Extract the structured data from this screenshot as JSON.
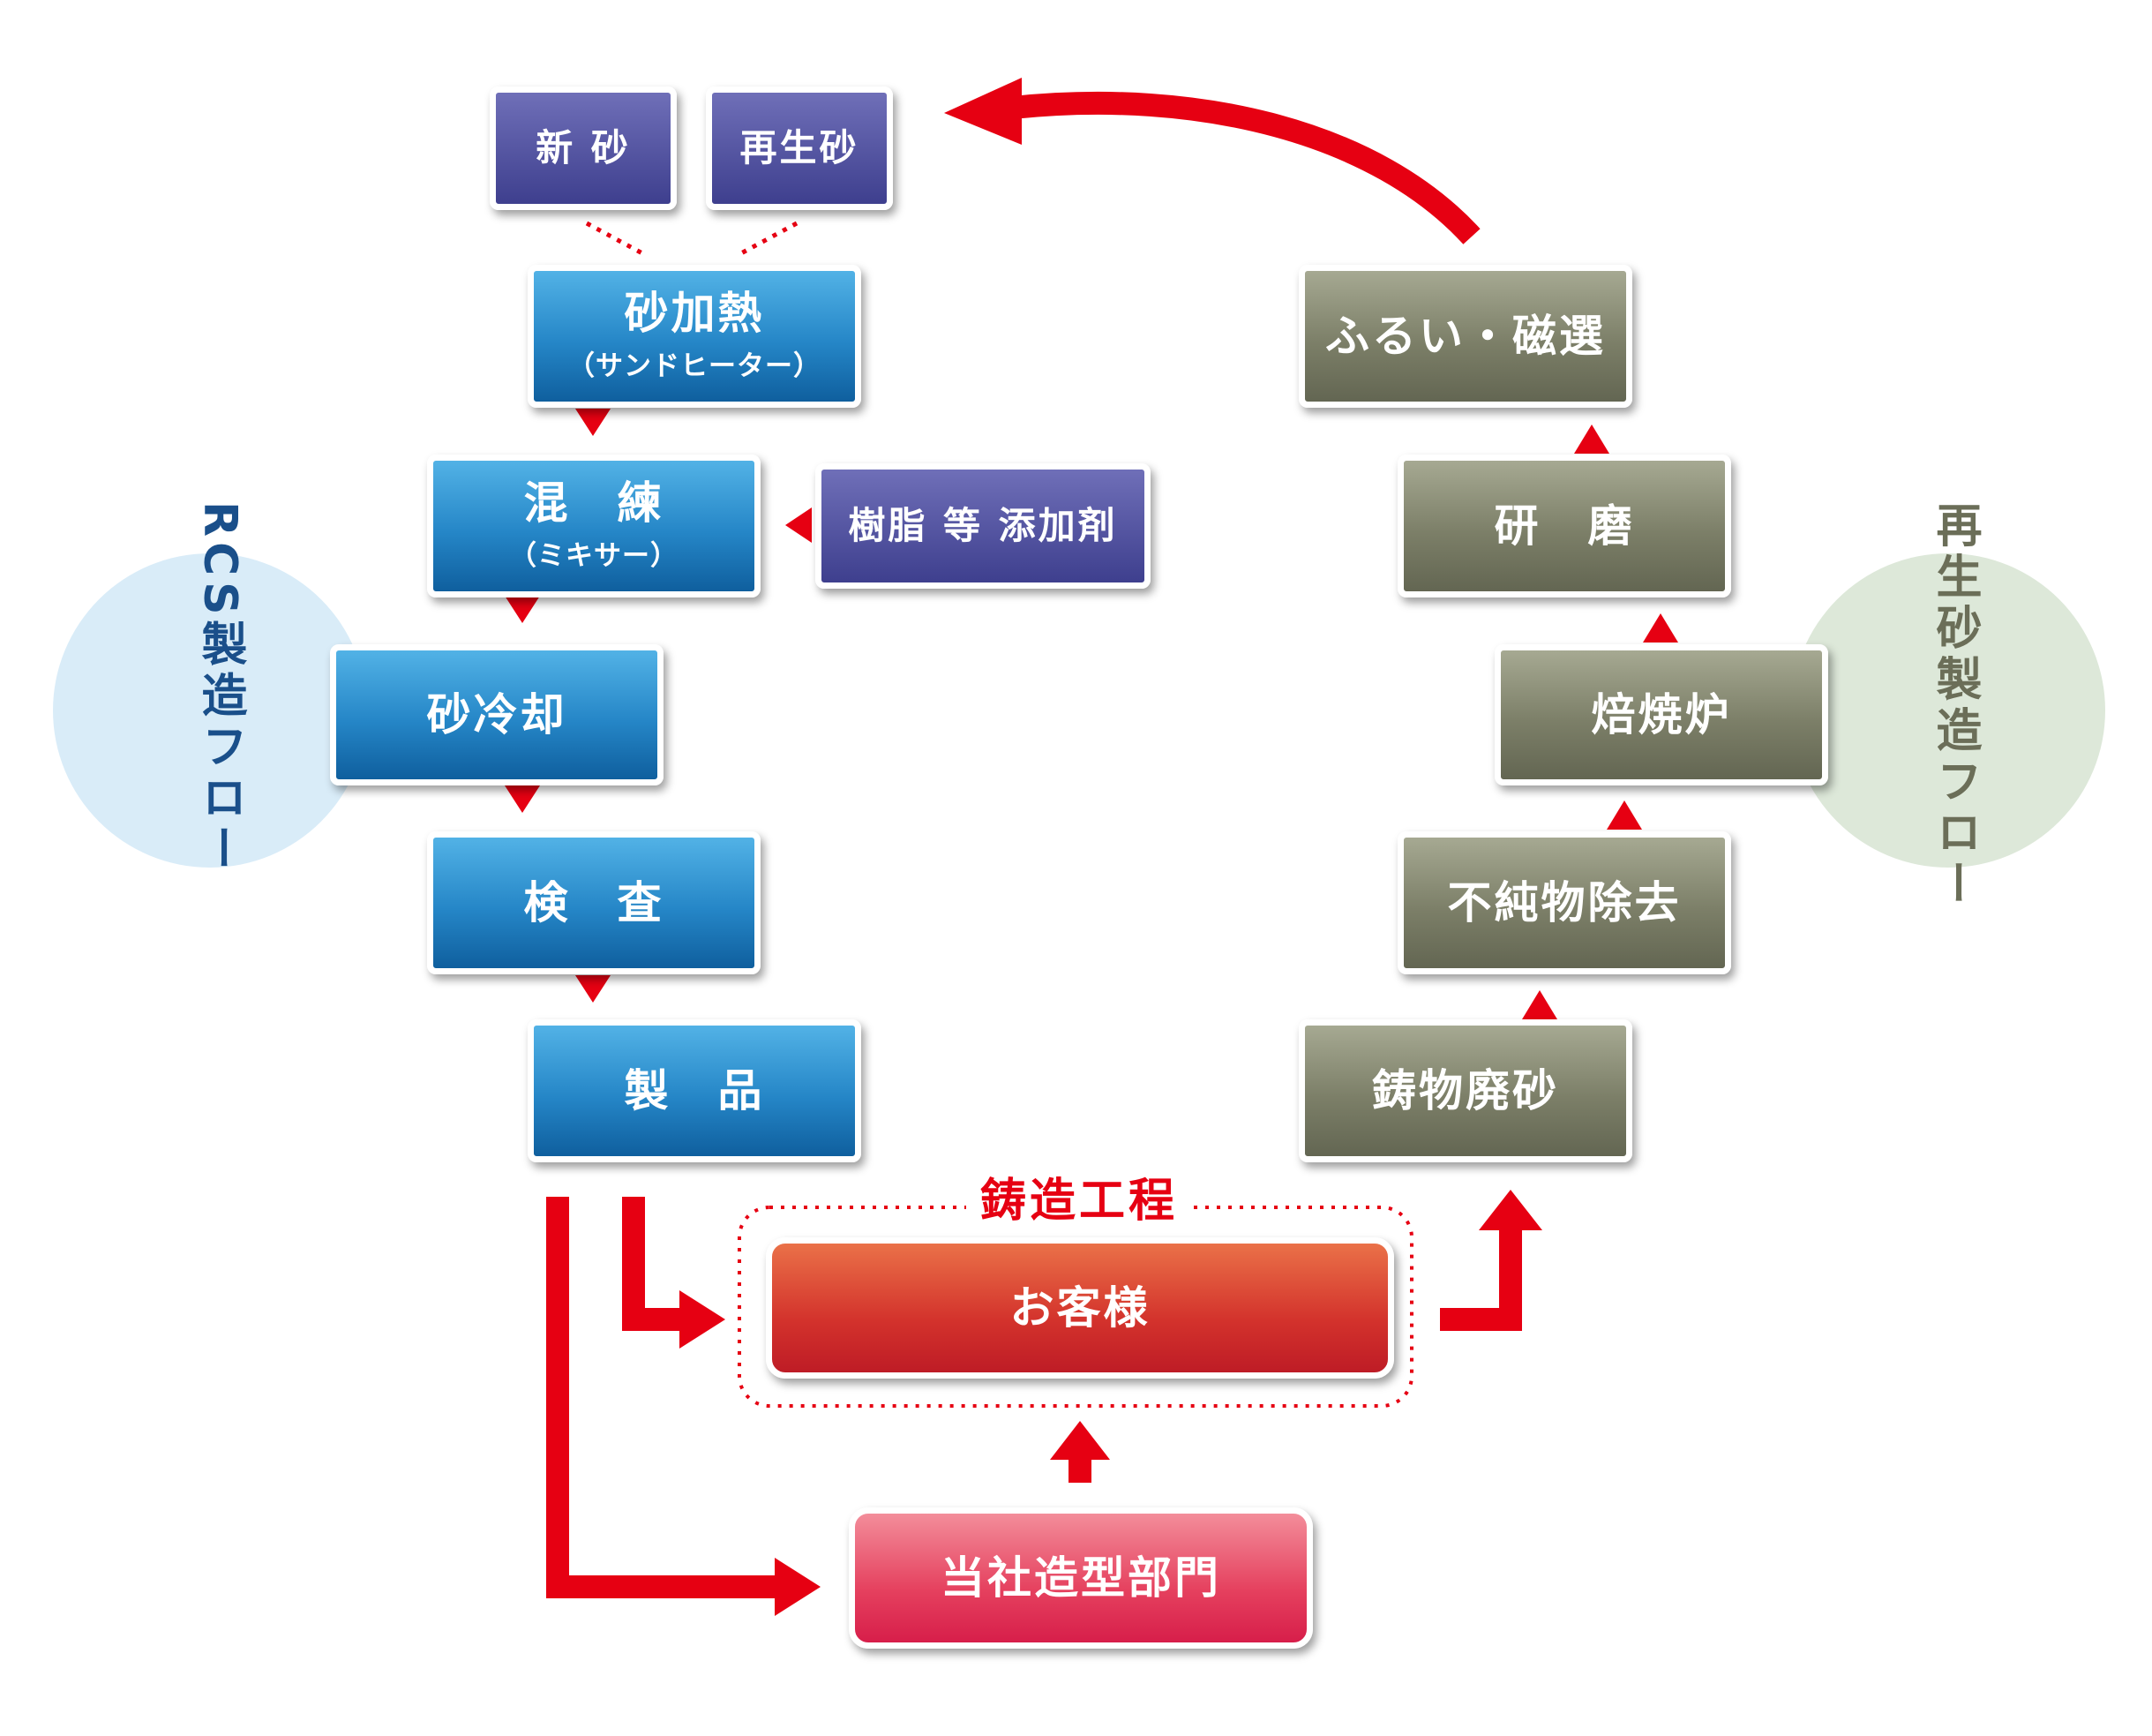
{
  "left_flow": {
    "title": "RCS製造フロー",
    "inputs": {
      "new_sand": "新 砂",
      "recycled_sand": "再生砂"
    },
    "steps": {
      "sand_heating": {
        "label": "砂加熱",
        "sub": "（サンドヒーター）"
      },
      "mixing": {
        "label": "混　練",
        "sub": "（ミキサー）"
      },
      "additive": "樹脂 等 添加剤",
      "sand_cooling": "砂冷却",
      "inspection": "検　査",
      "product": "製　品"
    }
  },
  "casting": {
    "process_label": "鋳造工程",
    "customer": "お客様",
    "in_house": "当社造型部門"
  },
  "right_flow": {
    "title": "再生砂製造フロー",
    "steps": {
      "waste_sand": "鋳物廃砂",
      "impurity_removal": "不純物除去",
      "roasting_furnace": "焙焼炉",
      "grinding": "研　磨",
      "sieving": "ふるい・磁選"
    }
  },
  "colors": {
    "arrow_red": "#e60012",
    "left_title": "#1a4f8a",
    "right_title": "#6b6e58",
    "left_circle": "#d9ecf8",
    "right_circle": "#dde8d9"
  }
}
